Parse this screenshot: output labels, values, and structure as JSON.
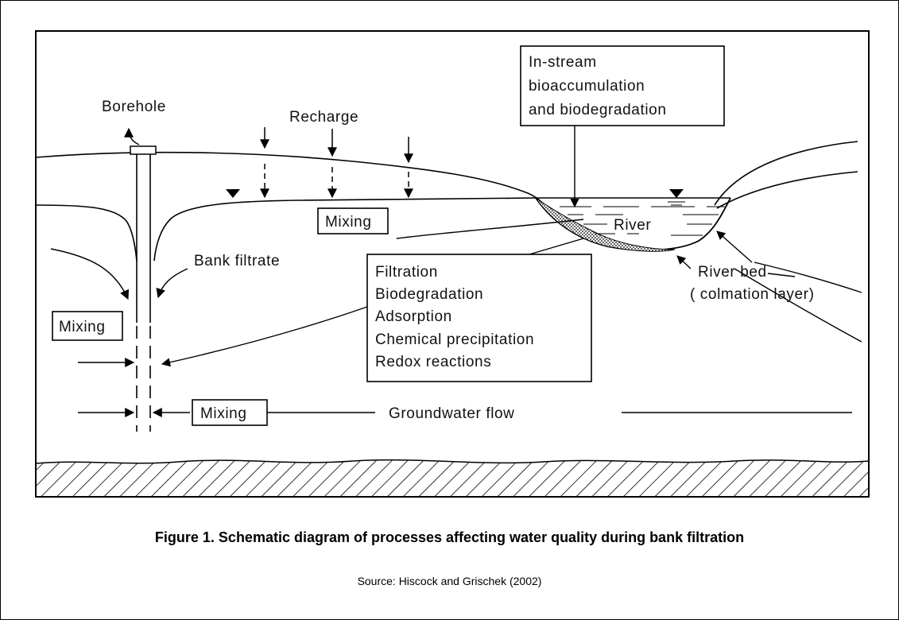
{
  "labels": {
    "borehole": "Borehole",
    "recharge": "Recharge",
    "instream": [
      "In-stream",
      "bioaccumulation",
      "and biodegradation"
    ],
    "mixing_top": "Mixing",
    "mixing_left": "Mixing",
    "mixing_bottom": "Mixing",
    "river": "River",
    "bank_filtrate": "Bank filtrate",
    "river_bed": [
      "River bed",
      "( colmation layer)"
    ],
    "processes": [
      "Filtration",
      "Biodegradation",
      "Adsorption",
      "Chemical precipitation",
      "Redox reactions"
    ],
    "groundwater_flow": "Groundwater flow"
  },
  "caption": "Figure 1. Schematic diagram of processes affecting water quality during bank filtration",
  "source": "Source: Hiscock and Grischek (2002)"
}
